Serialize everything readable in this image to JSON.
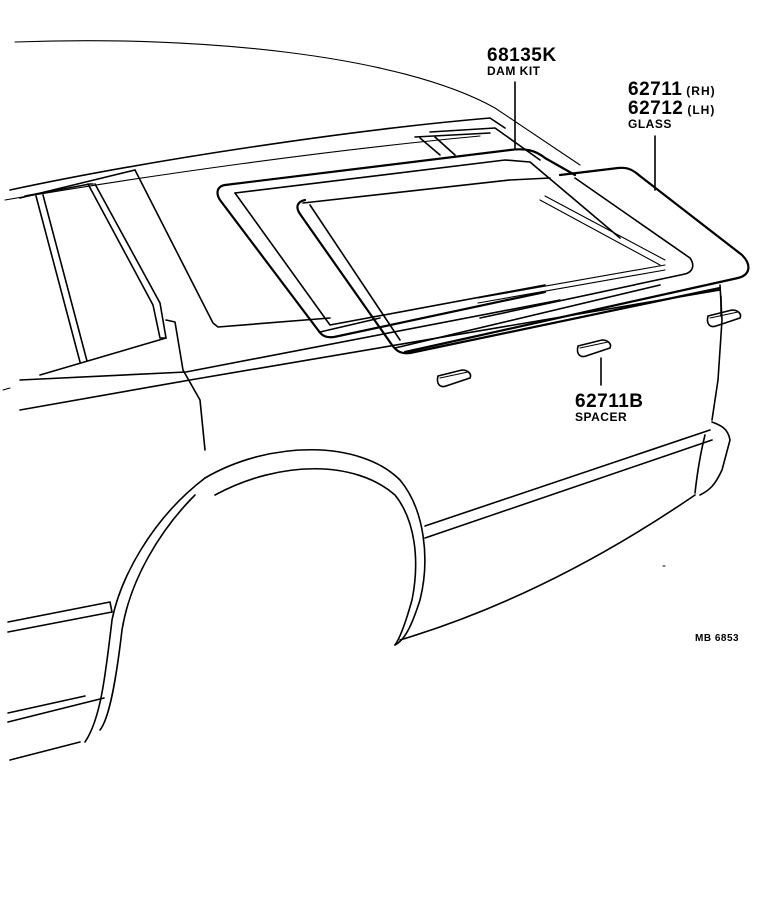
{
  "diagram": {
    "type": "parts-illustration",
    "subject": "Station wagon rear quarter / back door glass assembly (exploded view)",
    "callouts": [
      {
        "part_number": "68135K",
        "description": "DAM KIT"
      },
      {
        "part_number": "62711",
        "side": "(RH)"
      },
      {
        "part_number": "62712",
        "side": "(LH)",
        "description": "GLASS"
      },
      {
        "part_number": "62711B",
        "description": "SPACER"
      }
    ],
    "drawing_code": "MB 6853"
  }
}
